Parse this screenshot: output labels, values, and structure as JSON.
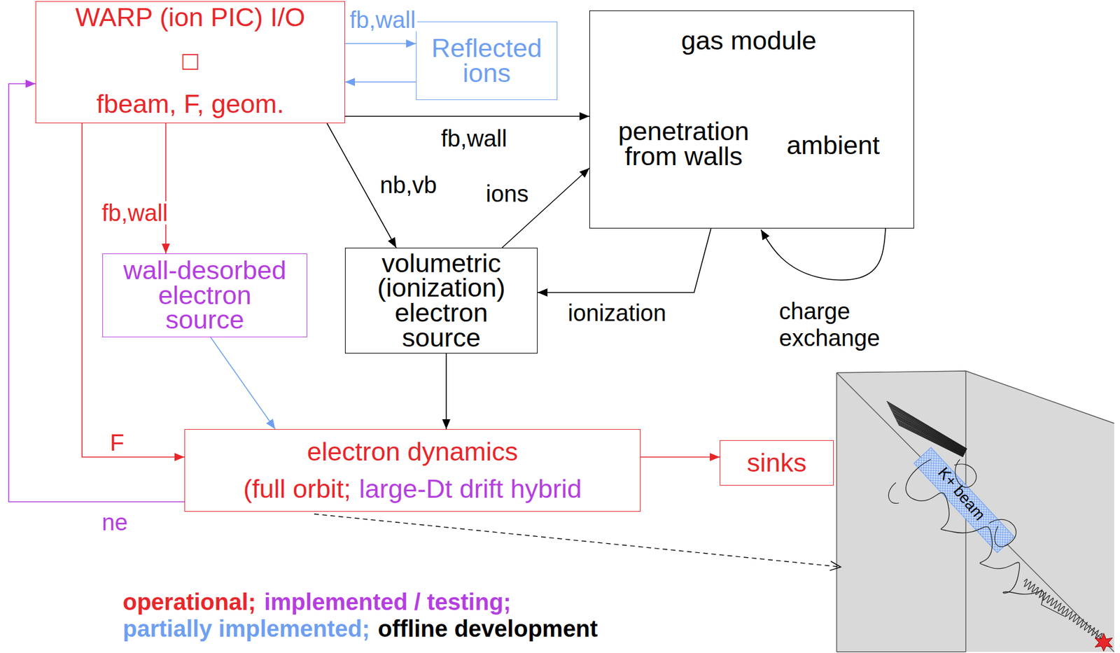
{
  "diagram": {
    "nodes": [
      {
        "text": [
          "WARP (ion PIC) I/O",
          "□",
          "fbeam, F, geom."
        ]
      },
      {
        "text": [
          "Reflected ions"
        ]
      },
      {
        "text": [
          "gas module",
          "penetration from walls",
          "ambient"
        ]
      },
      {
        "text": [
          "wall-desorbed electron source"
        ]
      },
      {
        "text": [
          "volumetric (ionization) electron source"
        ]
      },
      {
        "text": [
          "electron dynamics",
          "(full orbit;",
          "large-Dt drift hybrid"
        ]
      },
      {
        "text": [
          "sinks"
        ]
      }
    ],
    "edges": [
      {
        "from": 0,
        "to": 1,
        "arrow": "to",
        "label": "fb,wall"
      },
      {
        "from": 1,
        "to": 0,
        "arrow": "to"
      },
      {
        "from": 0,
        "to": 2,
        "arrow": "to",
        "label": "fb,wall"
      },
      {
        "from": 0,
        "to": 4,
        "arrow": "to",
        "label": "nb,vb"
      },
      {
        "from": 0,
        "to": 3,
        "arrow": "to",
        "label": "fb,wall"
      },
      {
        "from": 3,
        "to": 5,
        "arrow": "to"
      },
      {
        "from": 4,
        "to": 2,
        "arrow": "to",
        "label": "ions"
      },
      {
        "from": 2,
        "to": 4,
        "arrow": "to",
        "label": "ionization"
      },
      {
        "from": 2,
        "to": 2,
        "arrow": "to",
        "label": "charge exchange"
      },
      {
        "from": 4,
        "to": 5,
        "arrow": "to"
      },
      {
        "from": 0,
        "to": 5,
        "arrow": "to",
        "label": "F"
      },
      {
        "from": 5,
        "to": 0,
        "arrow": "to",
        "label": "ne"
      },
      {
        "from": 5,
        "to": 6,
        "arrow": "to"
      }
    ],
    "labels": [
      "K+ beam"
    ],
    "legend": [
      {
        "text": "operational;",
        "color": "#e8262a"
      },
      {
        "text": "implemented / testing;",
        "color": "#b53ee0"
      },
      {
        "text": "partially implemented;",
        "color": "#6f9ff0"
      },
      {
        "text": "offline development",
        "color": "#000000"
      }
    ]
  }
}
